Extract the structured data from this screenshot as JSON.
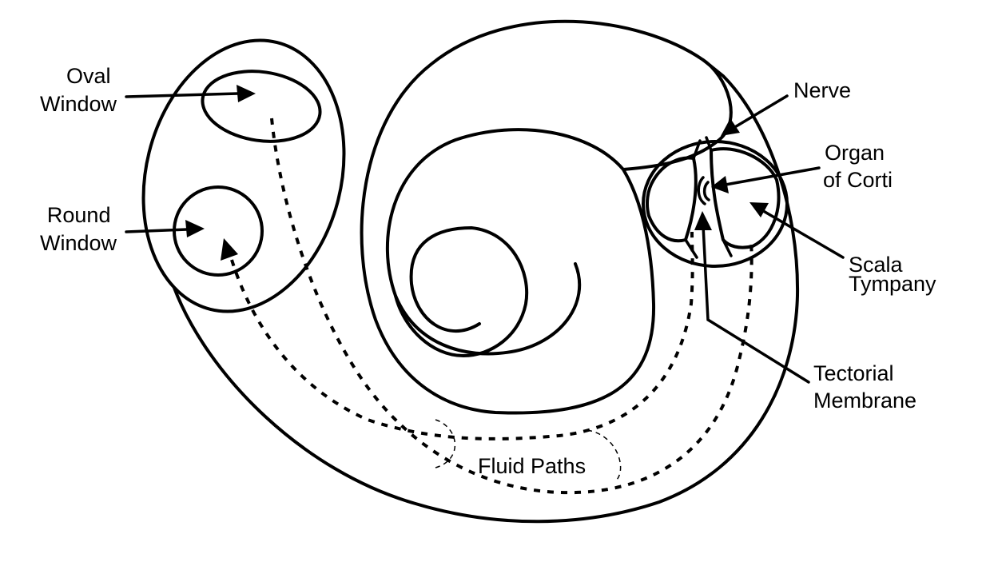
{
  "labels": {
    "oval_window": [
      "Oval",
      "Window"
    ],
    "round_window": [
      "Round",
      "Window"
    ],
    "nerve": [
      "Nerve"
    ],
    "organ_of_corti": [
      "Organ",
      "of Corti"
    ],
    "scala_tympany": [
      "Scala",
      "Tympany"
    ],
    "tectorial_membrane": [
      "Tectorial",
      "Membrane"
    ],
    "fluid_paths": [
      "Fluid Paths"
    ]
  }
}
